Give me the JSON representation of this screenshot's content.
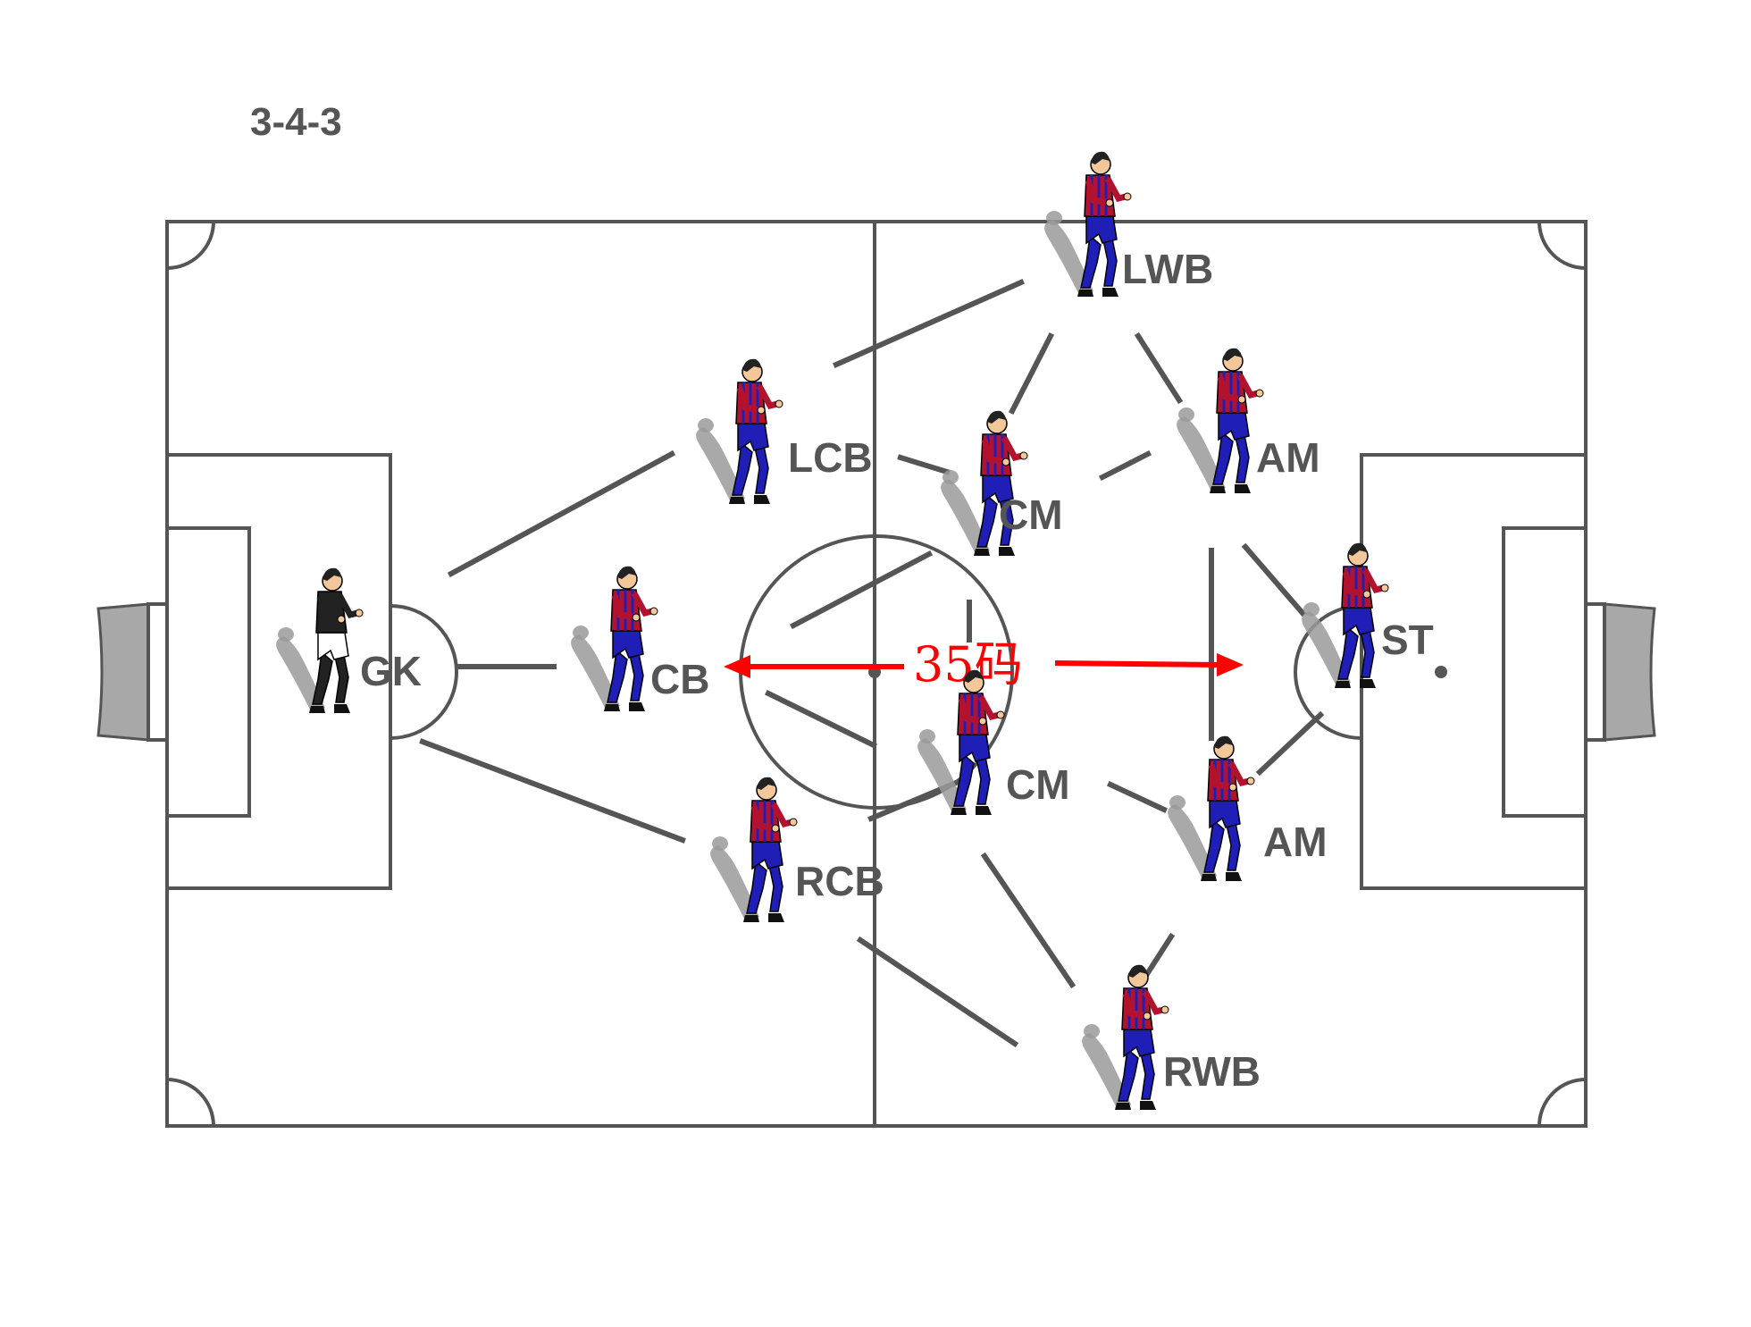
{
  "formation": "3-4-3",
  "distance_label": "35码",
  "colors": {
    "pitch_line": "#555555",
    "label": "#555555",
    "arrow": "#ff0000",
    "kit_red": "#b3122e",
    "kit_blue": "#1f1fb8",
    "gk_kit": "#222222"
  },
  "players": [
    {
      "id": "gk",
      "label": "GK"
    },
    {
      "id": "cb",
      "label": "CB"
    },
    {
      "id": "lcb",
      "label": "LCB"
    },
    {
      "id": "rcb",
      "label": "RCB"
    },
    {
      "id": "lwb",
      "label": "LWB"
    },
    {
      "id": "cm1",
      "label": "CM"
    },
    {
      "id": "cm2",
      "label": "CM"
    },
    {
      "id": "rwb",
      "label": "RWB"
    },
    {
      "id": "am1",
      "label": "AM"
    },
    {
      "id": "am2",
      "label": "AM"
    },
    {
      "id": "st",
      "label": "ST"
    }
  ]
}
